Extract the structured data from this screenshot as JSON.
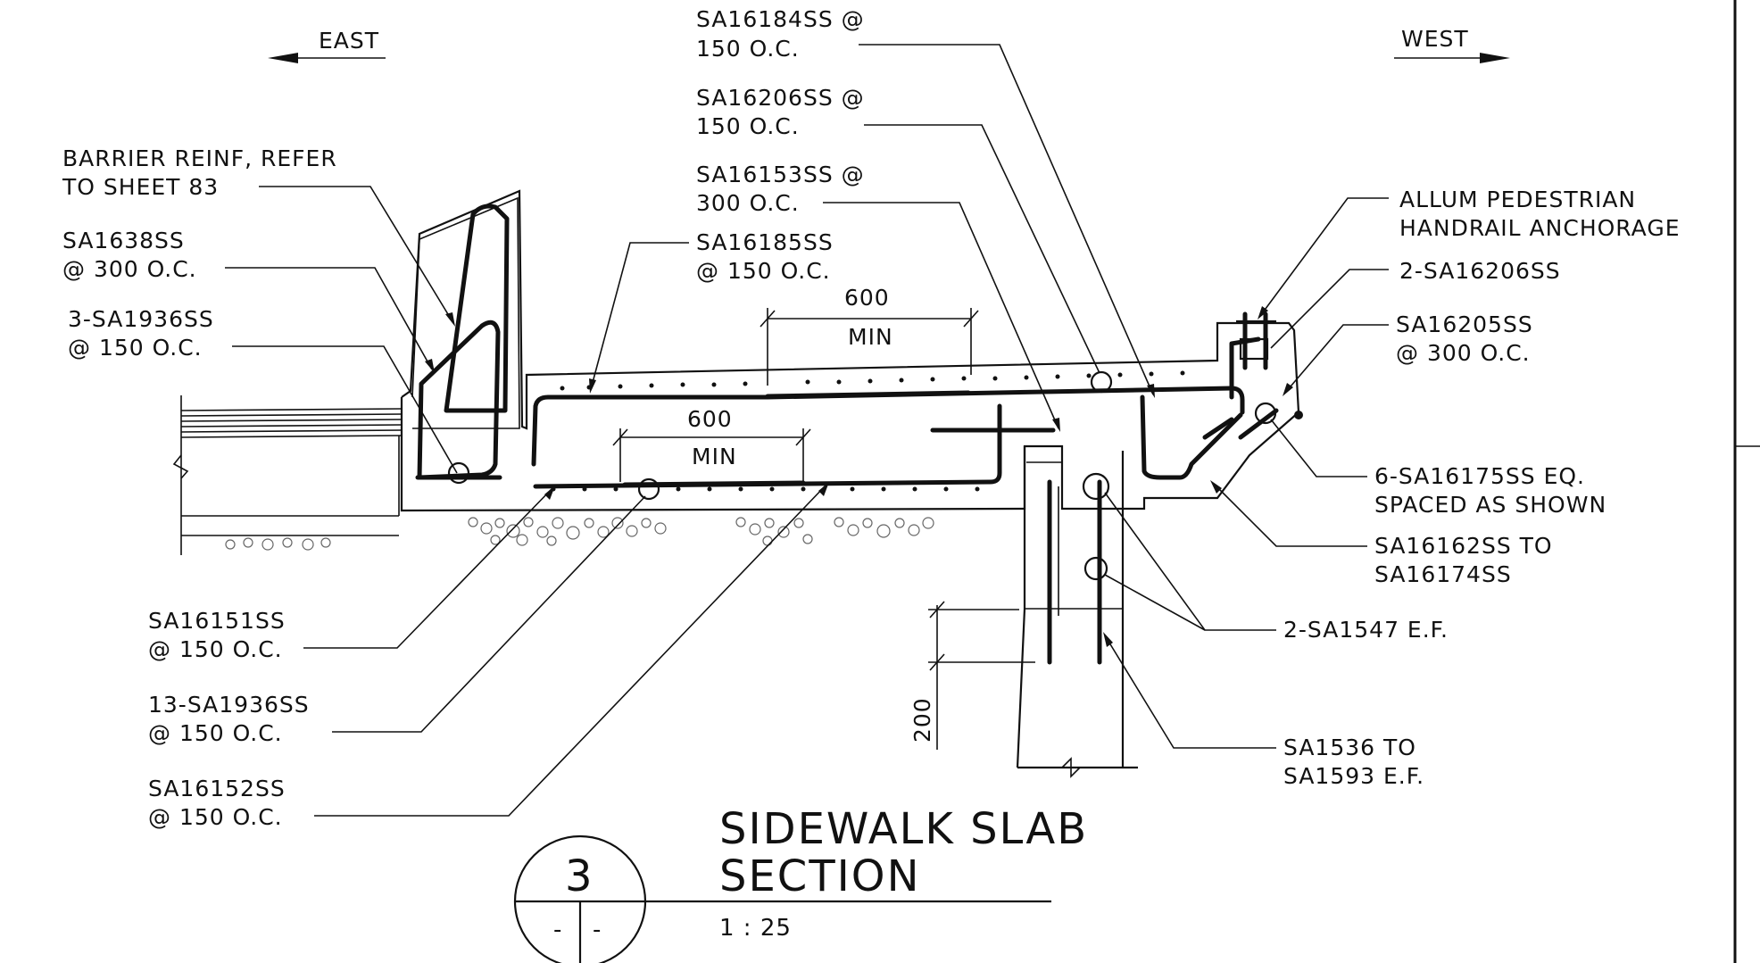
{
  "directions": {
    "east": "EAST",
    "west": "WEST"
  },
  "callouts": {
    "barrier_reinf": [
      "BARRIER REINF, REFER",
      "TO SHEET 83"
    ],
    "sa1638": [
      "SA1638SS",
      "@ 300 O.C."
    ],
    "sa1936_3": [
      "3-SA1936SS",
      "@ 150 O.C."
    ],
    "sa16151": [
      "SA16151SS",
      "@ 150 O.C."
    ],
    "sa1936_13": [
      "13-SA1936SS",
      "@ 150 O.C."
    ],
    "sa16152": [
      "SA16152SS",
      "@ 150 O.C."
    ],
    "sa16184": [
      "SA16184SS @",
      "150 O.C."
    ],
    "sa16206": [
      "SA16206SS @",
      "150 O.C."
    ],
    "sa16153": [
      "SA16153SS @",
      "300 O.C."
    ],
    "sa16185": [
      "SA16185SS",
      "@ 150 O.C."
    ],
    "handrail": [
      "ALLUM PEDESTRIAN",
      "HANDRAIL ANCHORAGE"
    ],
    "sa16206_2": [
      "2-SA16206SS"
    ],
    "sa16205": [
      "SA16205SS",
      "@ 300 O.C."
    ],
    "sa16175": [
      "6-SA16175SS EQ.",
      "SPACED AS SHOWN"
    ],
    "sa16162": [
      "SA16162SS TO",
      "SA16174SS"
    ],
    "sa1547": [
      "2-SA1547 E.F."
    ],
    "sa1536": [
      "SA1536 TO",
      "SA1593 E.F."
    ]
  },
  "dimensions": {
    "lap_top": "600",
    "lap_top_min": "MIN",
    "lap_bottom": "600",
    "lap_bottom_min": "MIN",
    "embed": "200"
  },
  "title": {
    "number": "3",
    "sheet": "-",
    "line1": "SIDEWALK SLAB",
    "line2": "SECTION",
    "scale": "1 : 25"
  }
}
